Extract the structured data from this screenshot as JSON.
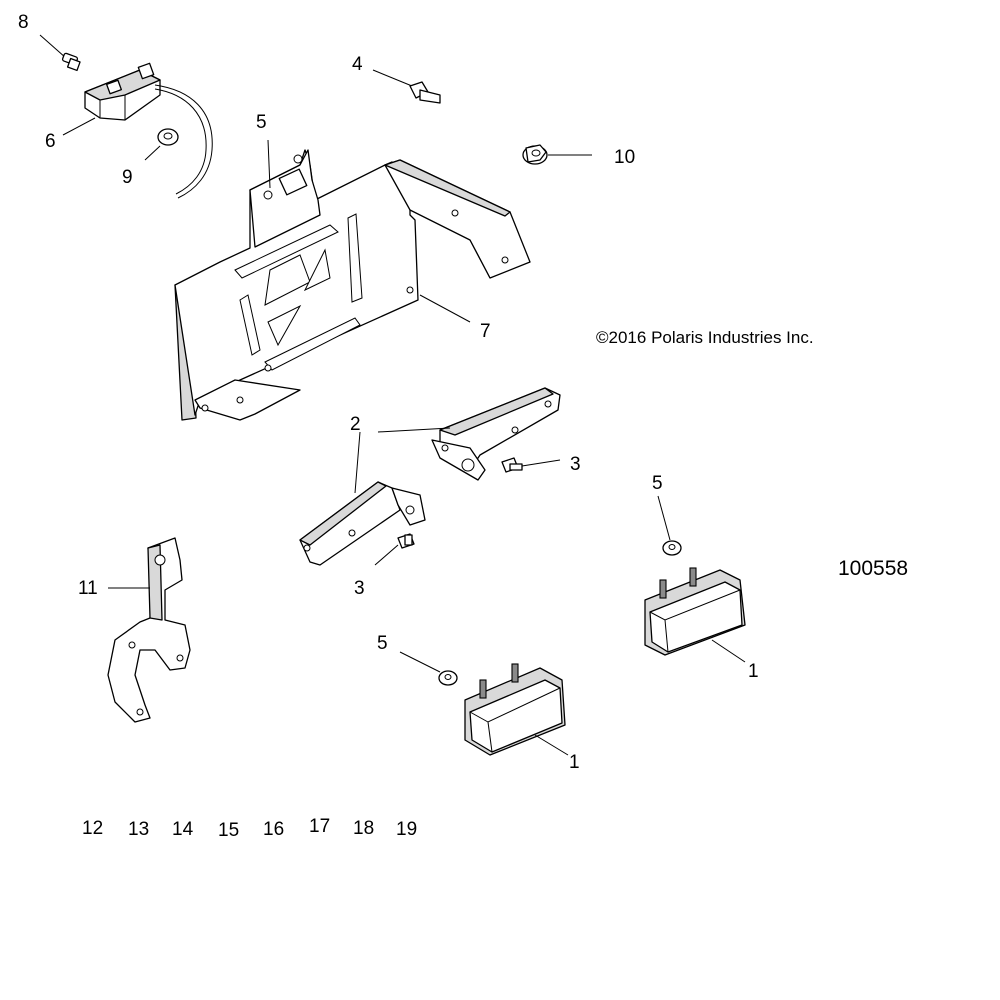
{
  "diagram": {
    "reference_number": "100558",
    "copyright": "©2016  Polaris Industries Inc.",
    "callouts": [
      {
        "id": "c8",
        "label": "8"
      },
      {
        "id": "c6",
        "label": "6"
      },
      {
        "id": "c9",
        "label": "9"
      },
      {
        "id": "c4",
        "label": "4"
      },
      {
        "id": "c5a",
        "label": "5"
      },
      {
        "id": "c10",
        "label": "10"
      },
      {
        "id": "c7",
        "label": "7"
      },
      {
        "id": "c2",
        "label": "2"
      },
      {
        "id": "c3a",
        "label": "3"
      },
      {
        "id": "c3b",
        "label": "3"
      },
      {
        "id": "c5b",
        "label": "5"
      },
      {
        "id": "c11",
        "label": "11"
      },
      {
        "id": "c5c",
        "label": "5"
      },
      {
        "id": "c1a",
        "label": "1"
      },
      {
        "id": "c1b",
        "label": "1"
      }
    ],
    "unplaced_parts": [
      "12",
      "13",
      "14",
      "15",
      "16",
      "17",
      "18",
      "19"
    ]
  }
}
